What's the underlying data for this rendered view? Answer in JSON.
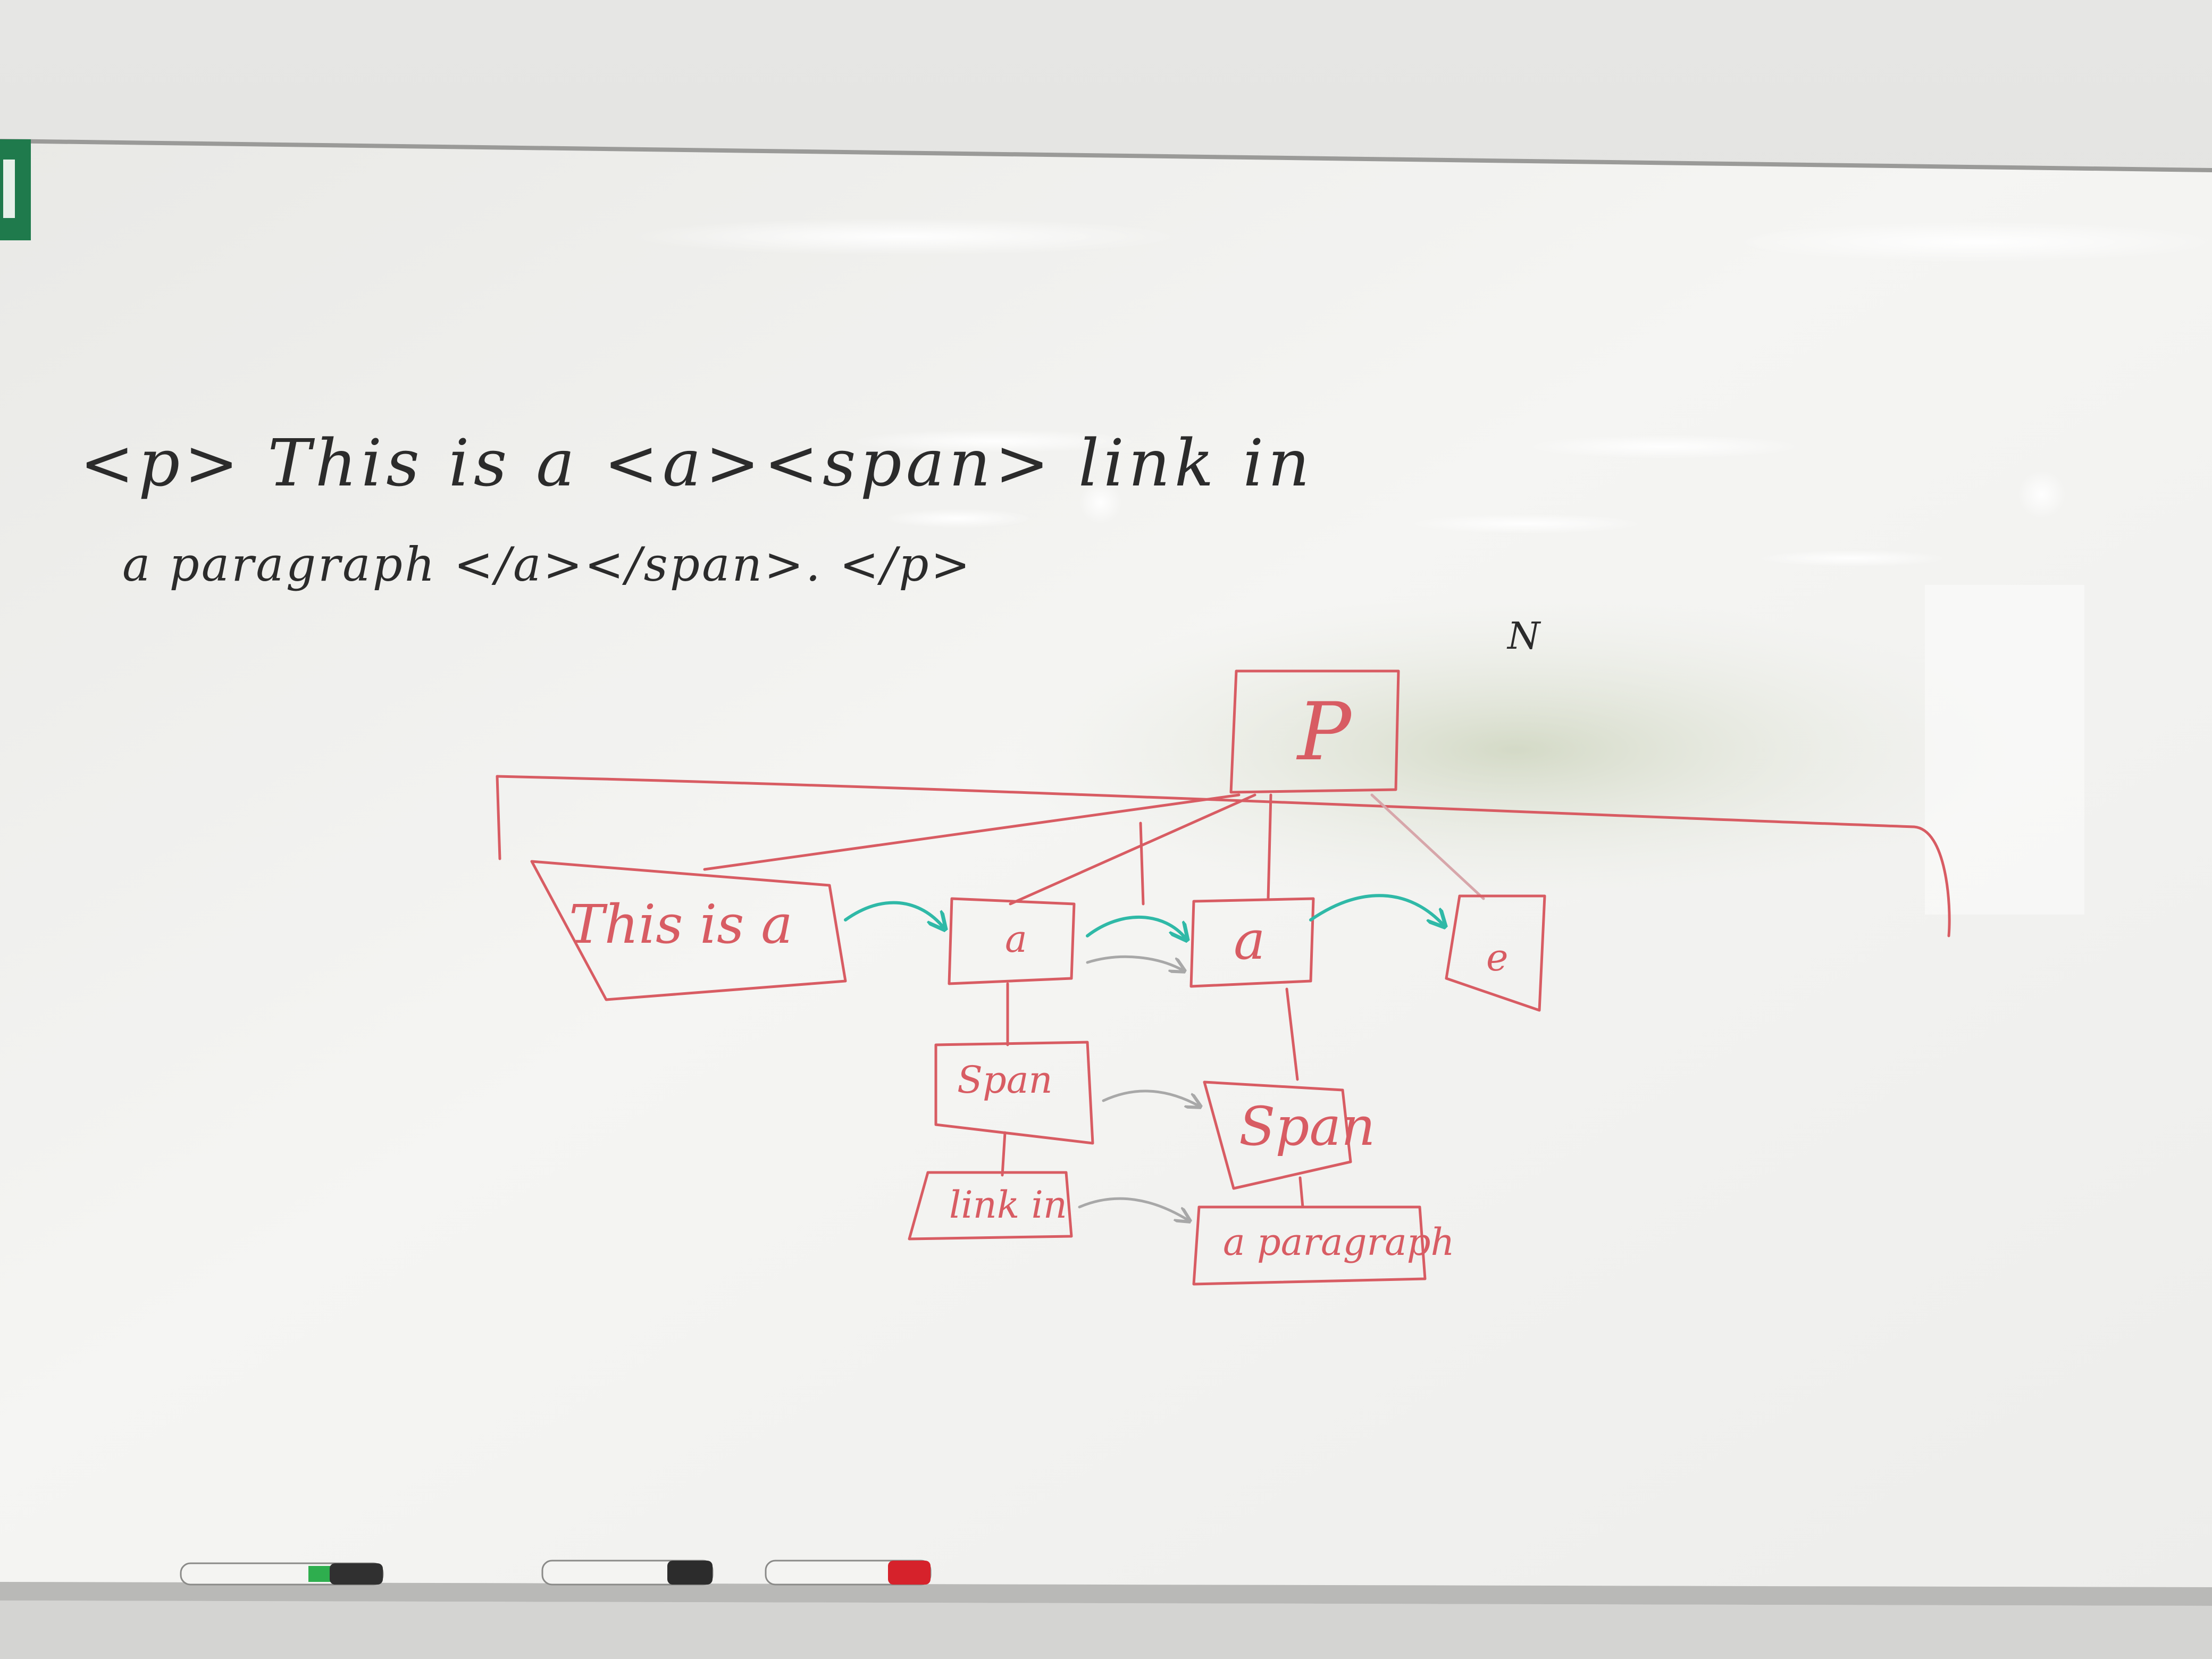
{
  "photo": {
    "board_color": "#f3f3f1",
    "marker_colors": {
      "black": "#2b2b2b",
      "red": "#d85c63",
      "teal": "#2fb9a7",
      "gray": "#a8a8a8"
    }
  },
  "code": {
    "line1": "<p> This is a <a><span> link in",
    "line2": "a paragraph </a></span>. </p>"
  },
  "mark": "N",
  "tree": {
    "root": "P",
    "children": [
      "This is a",
      "a",
      "a",
      "e"
    ],
    "span_nodes": [
      "Span",
      "Span"
    ],
    "text_nodes": [
      "link in",
      "a paragraph"
    ]
  },
  "markers": [
    "green-marker",
    "black-marker",
    "red-marker"
  ]
}
